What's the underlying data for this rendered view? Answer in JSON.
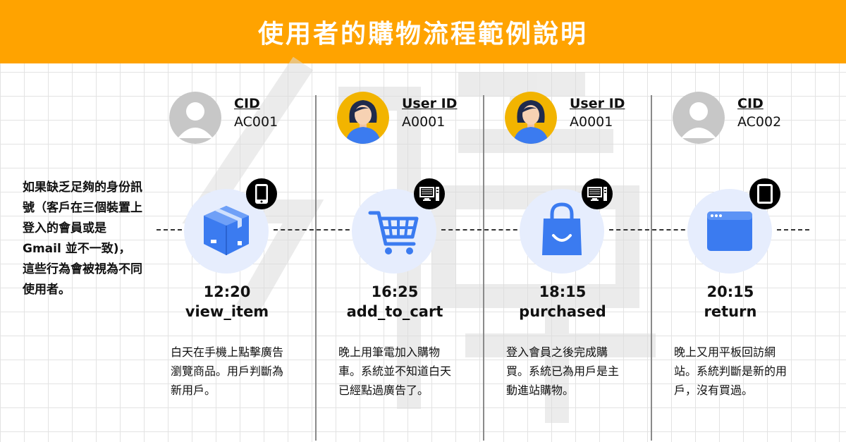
{
  "title": "使用者的購物流程範例說明",
  "side_note": "如果缺乏足夠的身份訊號（客戶在三個裝置上登入的會員或是 Gmail 並不一致)，這些行為會被視為不同使用者。",
  "steps": [
    {
      "id_label": "CID",
      "id_value": "AC001",
      "avatar": "gray-person-avatar",
      "device": "smartphone-icon",
      "icon": "box-icon",
      "time": "12:20",
      "event": "view_item",
      "description": "白天在手機上點擊廣告瀏覽商品。用戶判斷為新用戶。"
    },
    {
      "id_label": "User ID",
      "id_value": "A0001",
      "avatar": "woman-avatar",
      "device": "desktop-computer-icon",
      "icon": "shopping-cart-icon",
      "time": "16:25",
      "event": "add_to_cart",
      "description": "晚上用筆電加入購物車。系統並不知道白天已經點過廣告了。"
    },
    {
      "id_label": "User ID",
      "id_value": "A0001",
      "avatar": "woman-avatar",
      "device": "desktop-computer-icon",
      "icon": "shopping-bag-icon",
      "time": "18:15",
      "event": "purchased",
      "description": "登入會員之後完成購買。系統已為用戶是主動進站購物。"
    },
    {
      "id_label": "CID",
      "id_value": "AC002",
      "avatar": "gray-person-avatar",
      "device": "tablet-icon",
      "icon": "browser-window-icon",
      "time": "20:15",
      "event": "return",
      "description": "晚上又用平板回訪網站。系統判斷是新的用戶，沒有買過。"
    }
  ],
  "colors": {
    "banner": "#FFA300",
    "icon_blue": "#3B7BF0",
    "icon_circle": "#E6EDFD",
    "avatar_gray": "#C7C7C7",
    "avatar_gold": "#F2B400"
  }
}
